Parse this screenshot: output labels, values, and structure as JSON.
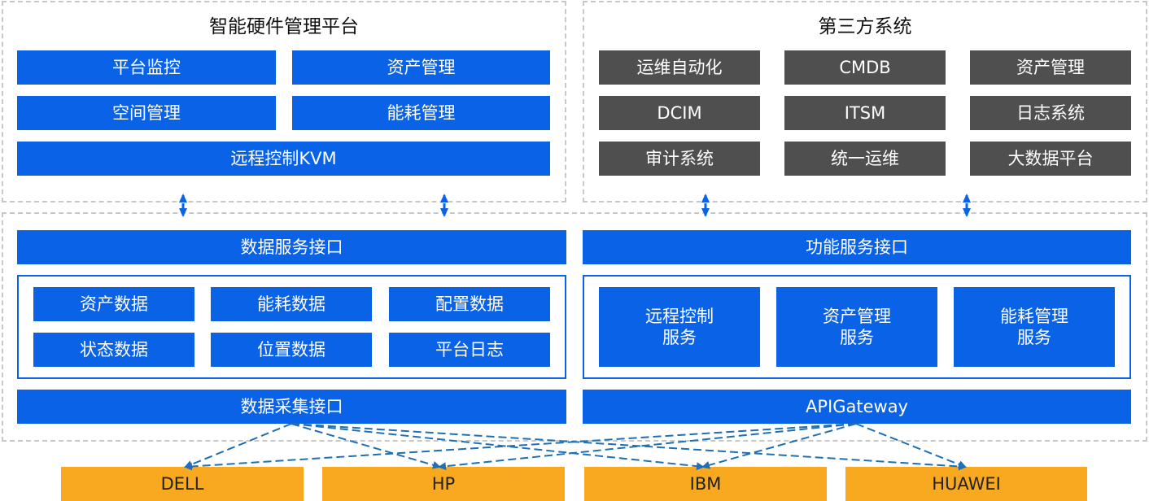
{
  "top_left": {
    "title": "智能硬件管理平台",
    "items": [
      "平台监控",
      "资产管理",
      "空间管理",
      "能耗管理",
      "远程控制KVM"
    ]
  },
  "top_right": {
    "title": "第三方系统",
    "items": [
      "运维自动化",
      "CMDB",
      "资产管理",
      "DCIM",
      "ITSM",
      "日志系统",
      "审计系统",
      "统一运维",
      "大数据平台"
    ]
  },
  "middle": {
    "data_service": "数据服务接口",
    "function_service": "功能服务接口",
    "data_items": [
      "资产数据",
      "能耗数据",
      "配置数据",
      "状态数据",
      "位置数据",
      "平台日志"
    ],
    "function_items": [
      "远程控制\n服务",
      "资产管理\n服务",
      "能耗管理\n服务"
    ],
    "data_collect": "数据采集接口",
    "api_gateway": "APIGateway"
  },
  "vendors": [
    "DELL",
    "HP",
    "IBM",
    "HUAWEI"
  ],
  "colors": {
    "blue": "#0a62e6",
    "gray": "#4f4f4f",
    "orange": "#f8a91f",
    "dashed_border": "#c8c8c8",
    "connector": "#1f6fb5"
  }
}
